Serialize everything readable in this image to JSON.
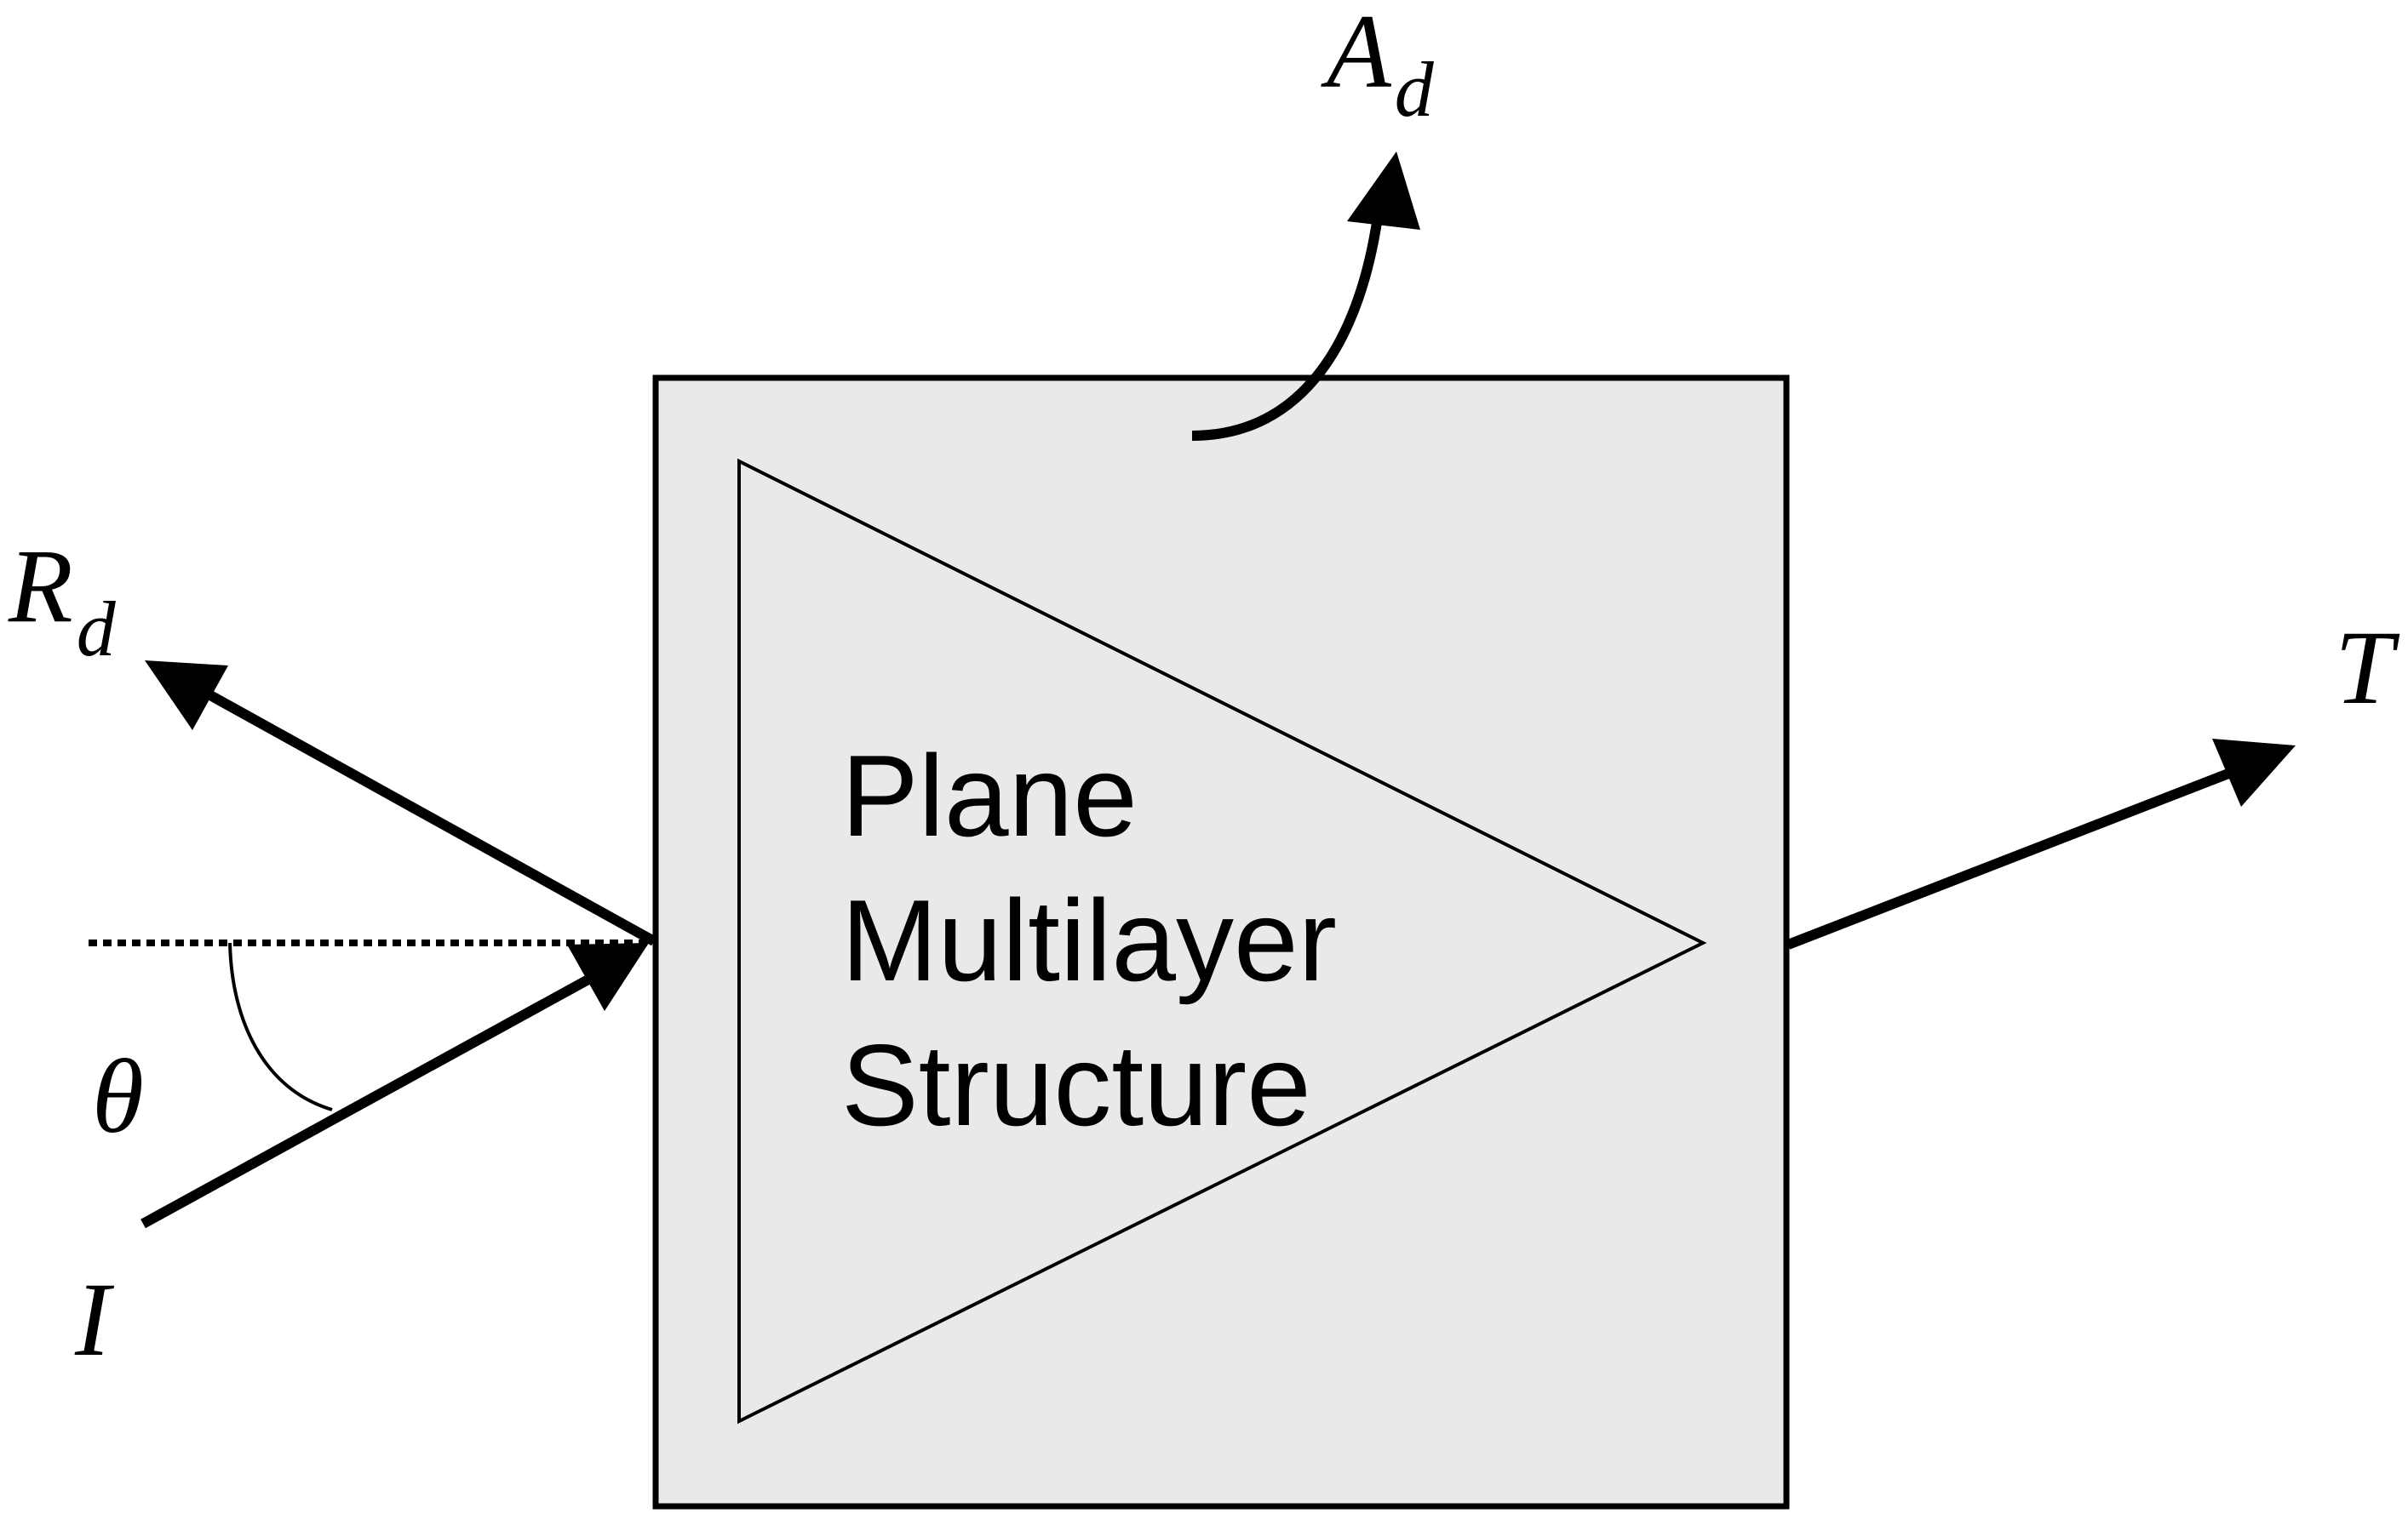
{
  "diagram": {
    "box_label_lines": [
      "Plane",
      "Multilayer",
      "Structure"
    ],
    "symbols": {
      "absorbed": {
        "main": "A",
        "sub": "d"
      },
      "reflected": {
        "main": "R",
        "sub": "d"
      },
      "transmitted": "T",
      "angle": "θ",
      "incident": "I"
    },
    "colors": {
      "box_fill": "#e9e9e9",
      "stroke": "#000000",
      "background": "#ffffff"
    }
  }
}
